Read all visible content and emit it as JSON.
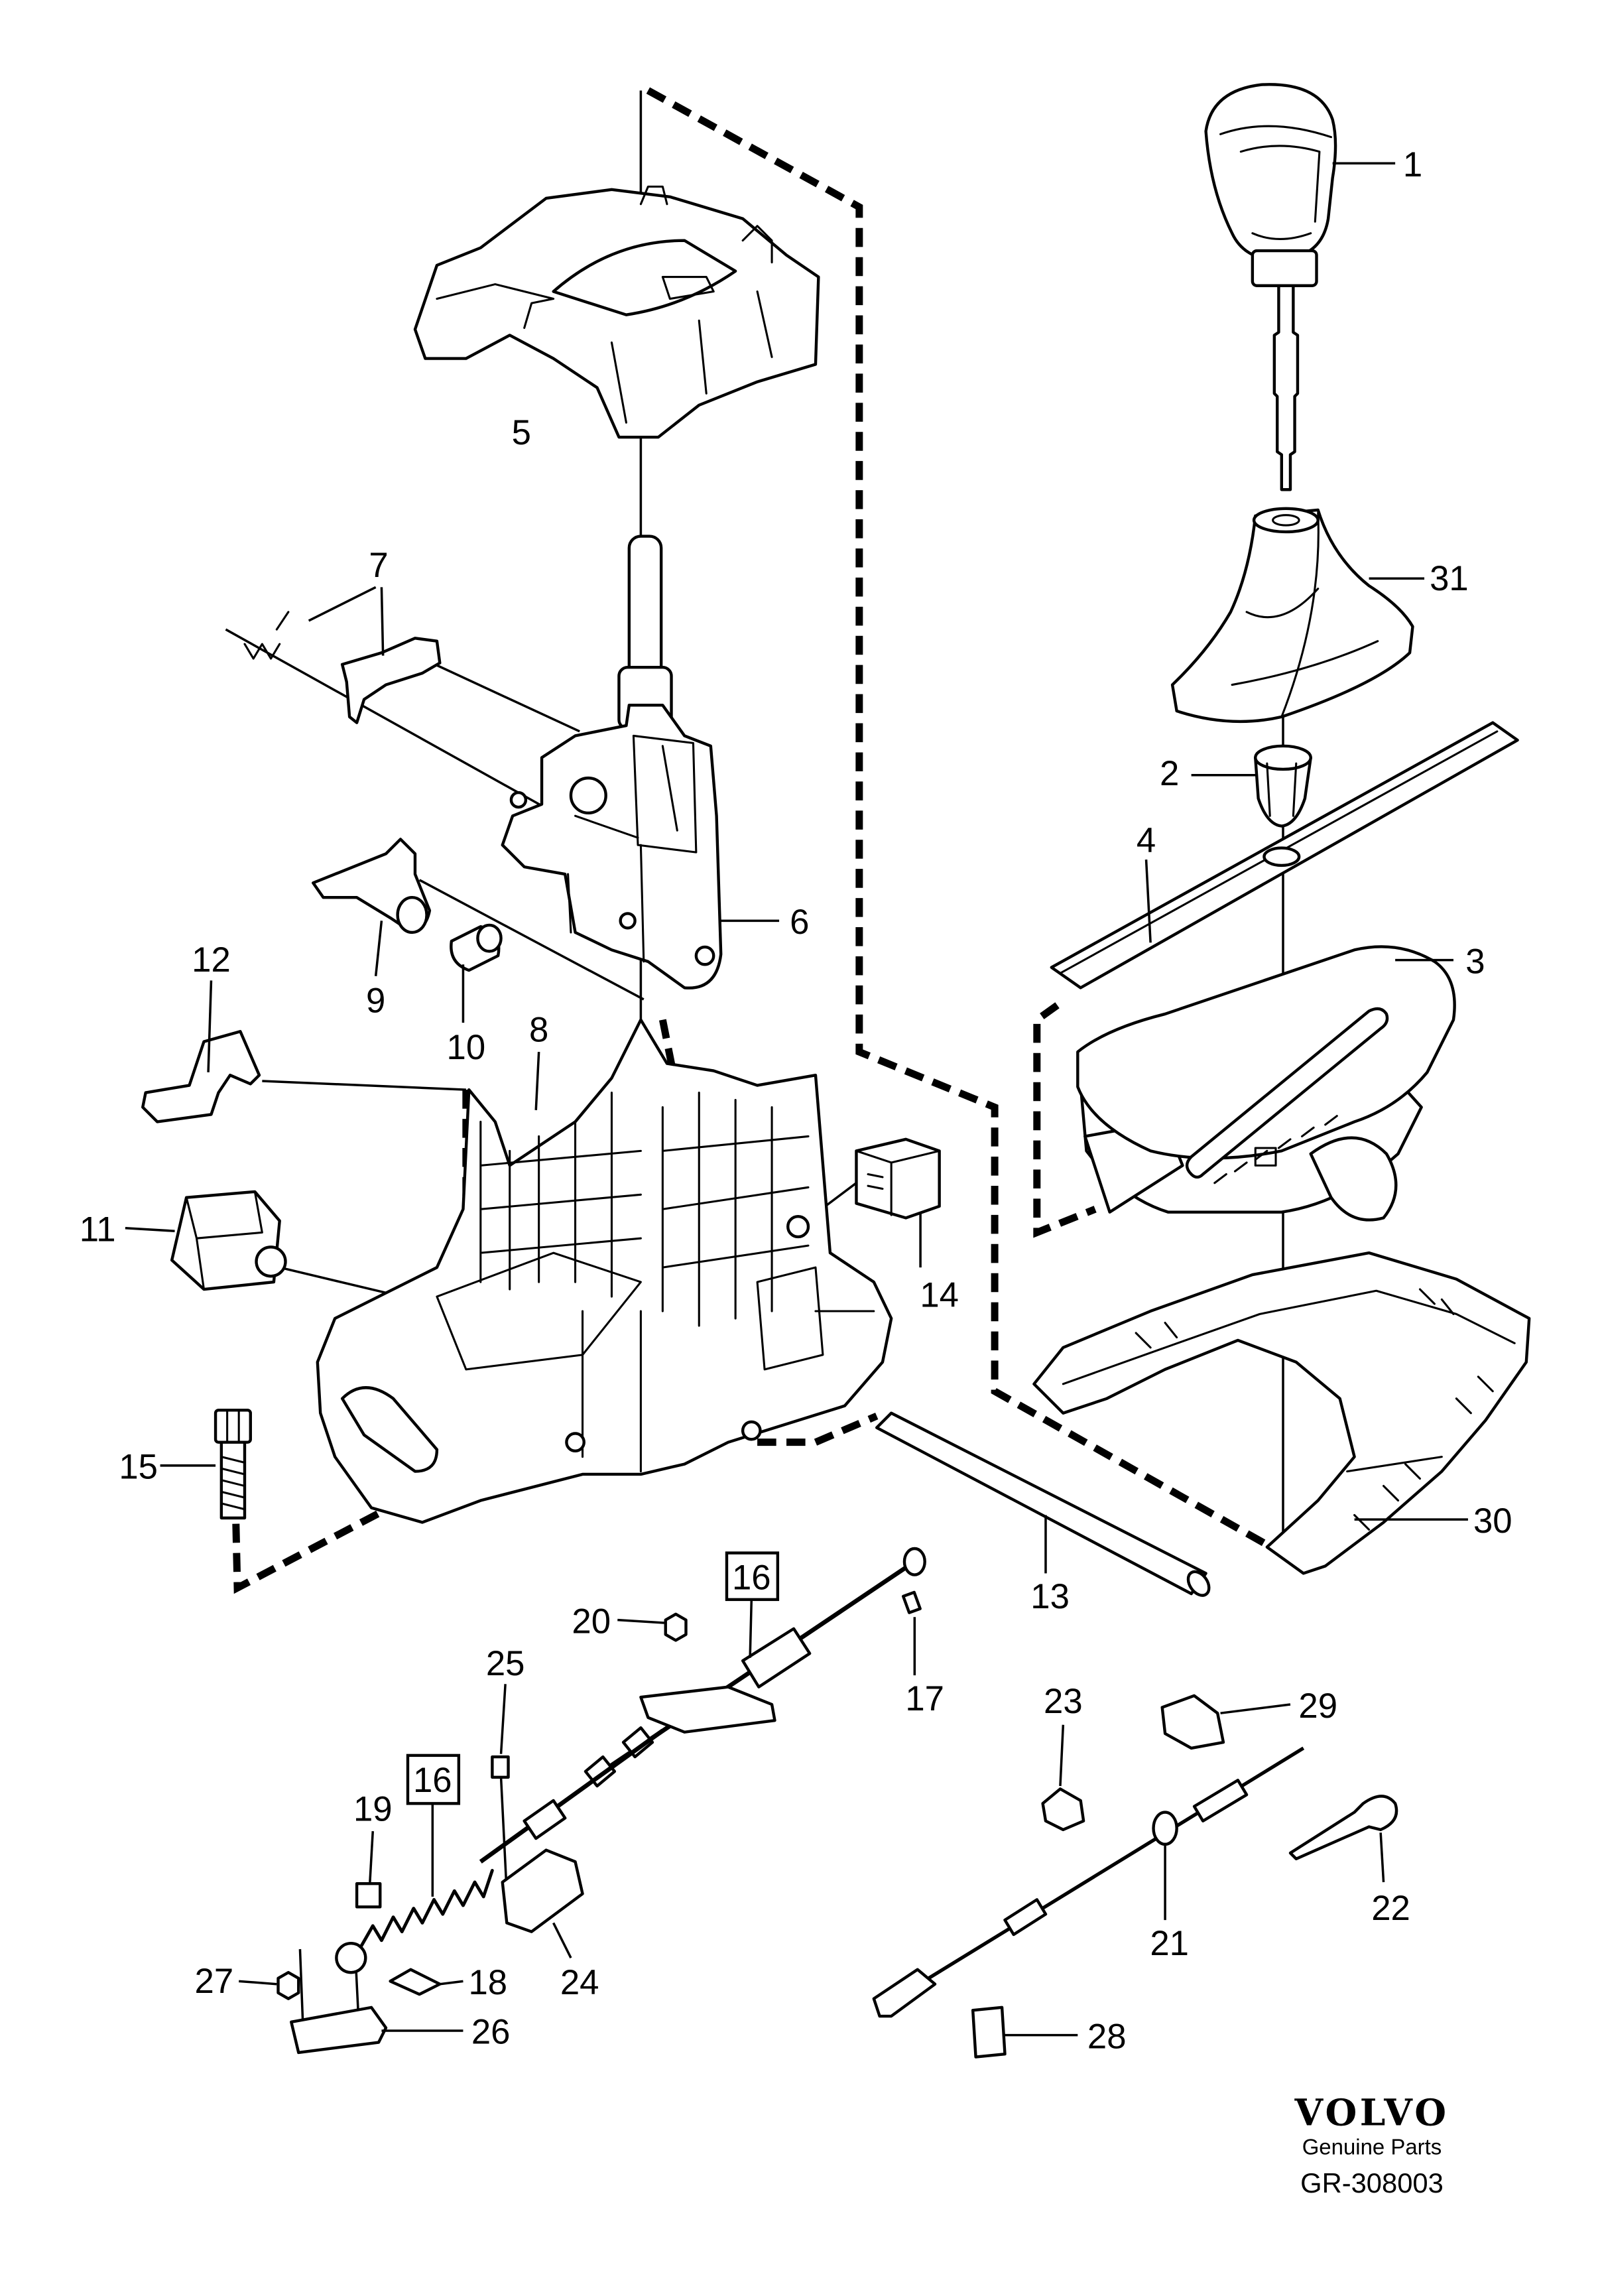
{
  "diagram": {
    "callouts": [
      "1",
      "31",
      "2",
      "4",
      "3",
      "5",
      "7",
      "6",
      "12",
      "9",
      "10",
      "8",
      "11",
      "14",
      "15",
      "13",
      "30",
      "16",
      "20",
      "17",
      "25",
      "23",
      "29",
      "16",
      "19",
      "22",
      "21",
      "27",
      "18",
      "24",
      "26",
      "28"
    ]
  },
  "brand": {
    "logo": "VOLVO",
    "tagline": "Genuine Parts",
    "code": "GR-308003"
  }
}
